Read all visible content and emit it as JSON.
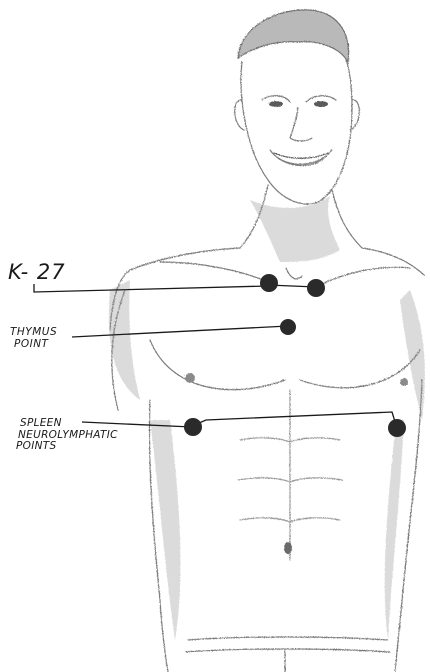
{
  "labels": {
    "k27": "K- 27",
    "thymus_line1": "THYMUS",
    "thymus_line2": "POINT",
    "spleen_line1": "SPLEEN",
    "spleen_line2": "NEUROLYMPHATIC",
    "spleen_line3": "POINTS"
  },
  "colors": {
    "ink": "#1a1a1a",
    "point": "#2a2a2a",
    "sketch": "#8a8a8a"
  }
}
